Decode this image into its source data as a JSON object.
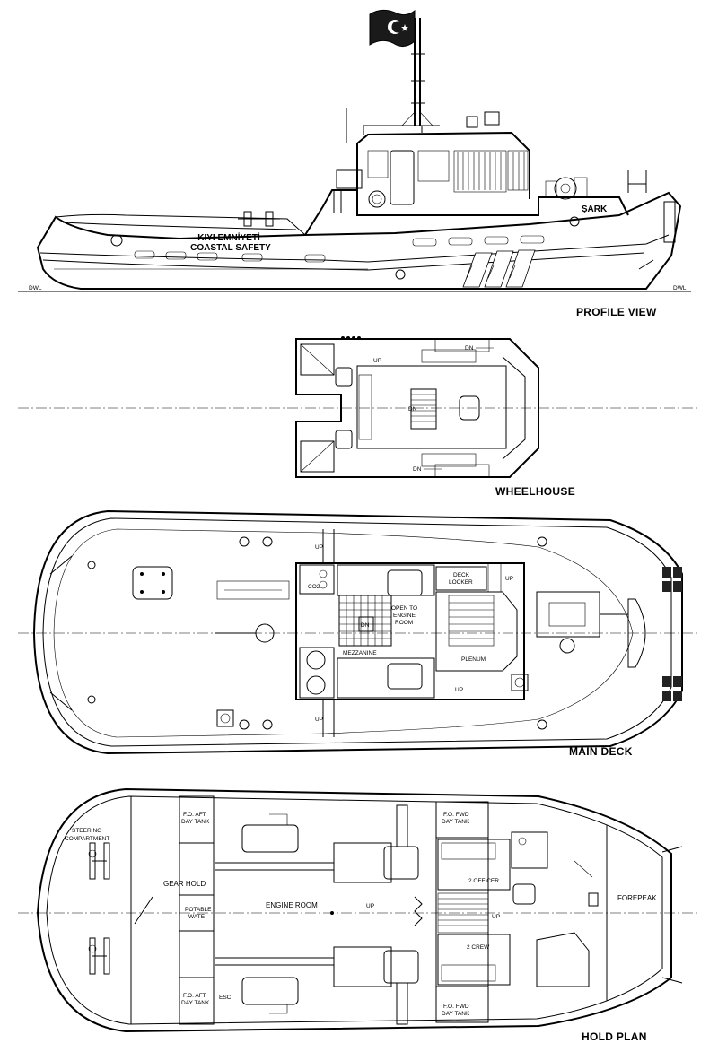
{
  "views": {
    "profile_title": "PROFILE VIEW",
    "wheelhouse_title": "WHEELHOUSE",
    "main_deck_title": "MAIN DECK",
    "hold_plan_title": "HOLD PLAN"
  },
  "profile": {
    "hull_text_line1": "KIYI EMNİYETİ",
    "hull_text_line2": "COASTAL SAFETY",
    "ship_name": "ŞARK",
    "dwl_left": "DWL",
    "dwl_right": "DWL"
  },
  "wheelhouse": {
    "up": "UP",
    "dn_top": "DN",
    "dn_center": "DN",
    "dn_bottom": "DN"
  },
  "main_deck": {
    "up_top": "UP",
    "co2": "CO2",
    "deck_locker_line1": "DECK",
    "deck_locker_line2": "LOCKER",
    "up_right": "UP",
    "dn": "DN",
    "open_line1": "OPEN TO",
    "open_line2": "ENGINE",
    "open_line3": "ROOM",
    "mezzanine": "MEZZANINE",
    "plenum": "PLENUM",
    "up_lower": "UP",
    "up_bottom": "UP"
  },
  "hold_plan": {
    "steering_line1": "STEERING",
    "steering_line2": "COMPARTMENT",
    "fo_aft_top_line1": "F.O. AFT",
    "fo_aft_top_line2": "DAY TANK",
    "gear_hold": "GEAR HOLD",
    "potable_line1": "POTABLE",
    "potable_line2": "WATE",
    "fo_aft_bottom_line1": "F.O. AFT",
    "fo_aft_bottom_line2": "DAY TANK",
    "esc": "ESC",
    "engine_room": "ENGINE ROOM",
    "up_engine": "UP",
    "fo_fwd_top_line1": "F.O. FWD",
    "fo_fwd_top_line2": "DAY TANK",
    "officer": "2 OFFICER",
    "up_crew": "UP",
    "crew": "2 CREW",
    "fo_fwd_bottom_line1": "F.O. FWD",
    "fo_fwd_bottom_line2": "DAY TANK",
    "forepeak": "FOREPEAK"
  }
}
